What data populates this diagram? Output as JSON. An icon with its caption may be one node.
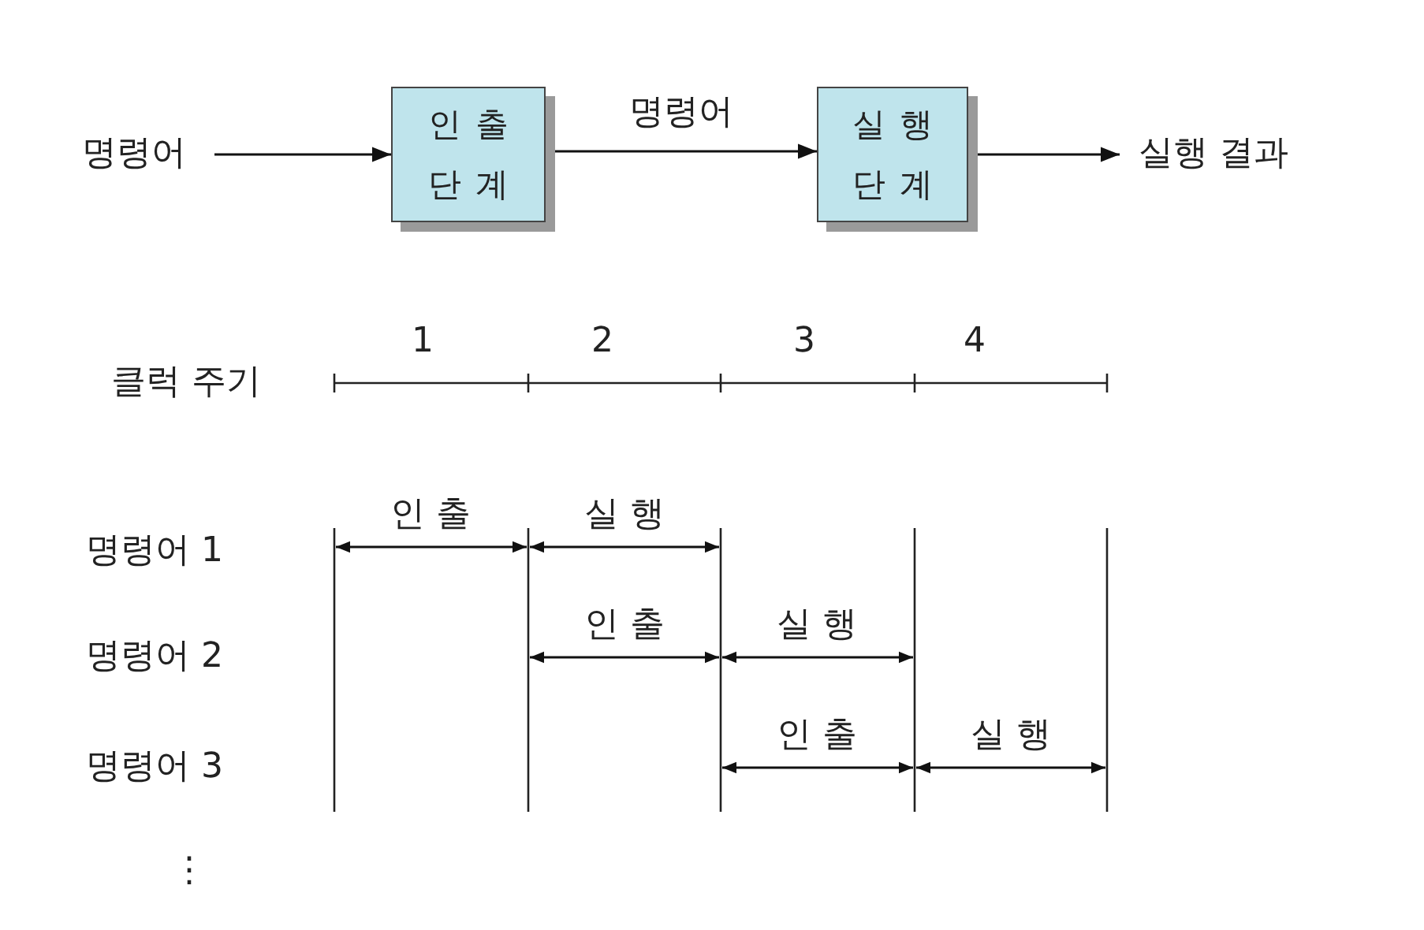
{
  "diagram": {
    "nodes": [
      {
        "text": [
          "명령어"
        ]
      },
      {
        "text": [
          "인 출 단 계"
        ]
      },
      {
        "text": [
          "실 행 단 계"
        ]
      },
      {
        "text": [
          "실행 결과"
        ]
      }
    ],
    "edges": [
      {
        "from": 0,
        "to": 1,
        "arrow": "to"
      },
      {
        "from": 1,
        "to": 2,
        "arrow": "to",
        "label": "명령어"
      },
      {
        "from": 2,
        "to": 3,
        "arrow": "to"
      }
    ],
    "labels": [
      "1",
      "2",
      "3",
      "4",
      "클럭 주기",
      "명령어 1",
      "인 출",
      "실 행",
      "명령어 2",
      "인 출",
      "실 행",
      "명령어 3",
      "인 출",
      "실 행",
      "⋮"
    ]
  }
}
